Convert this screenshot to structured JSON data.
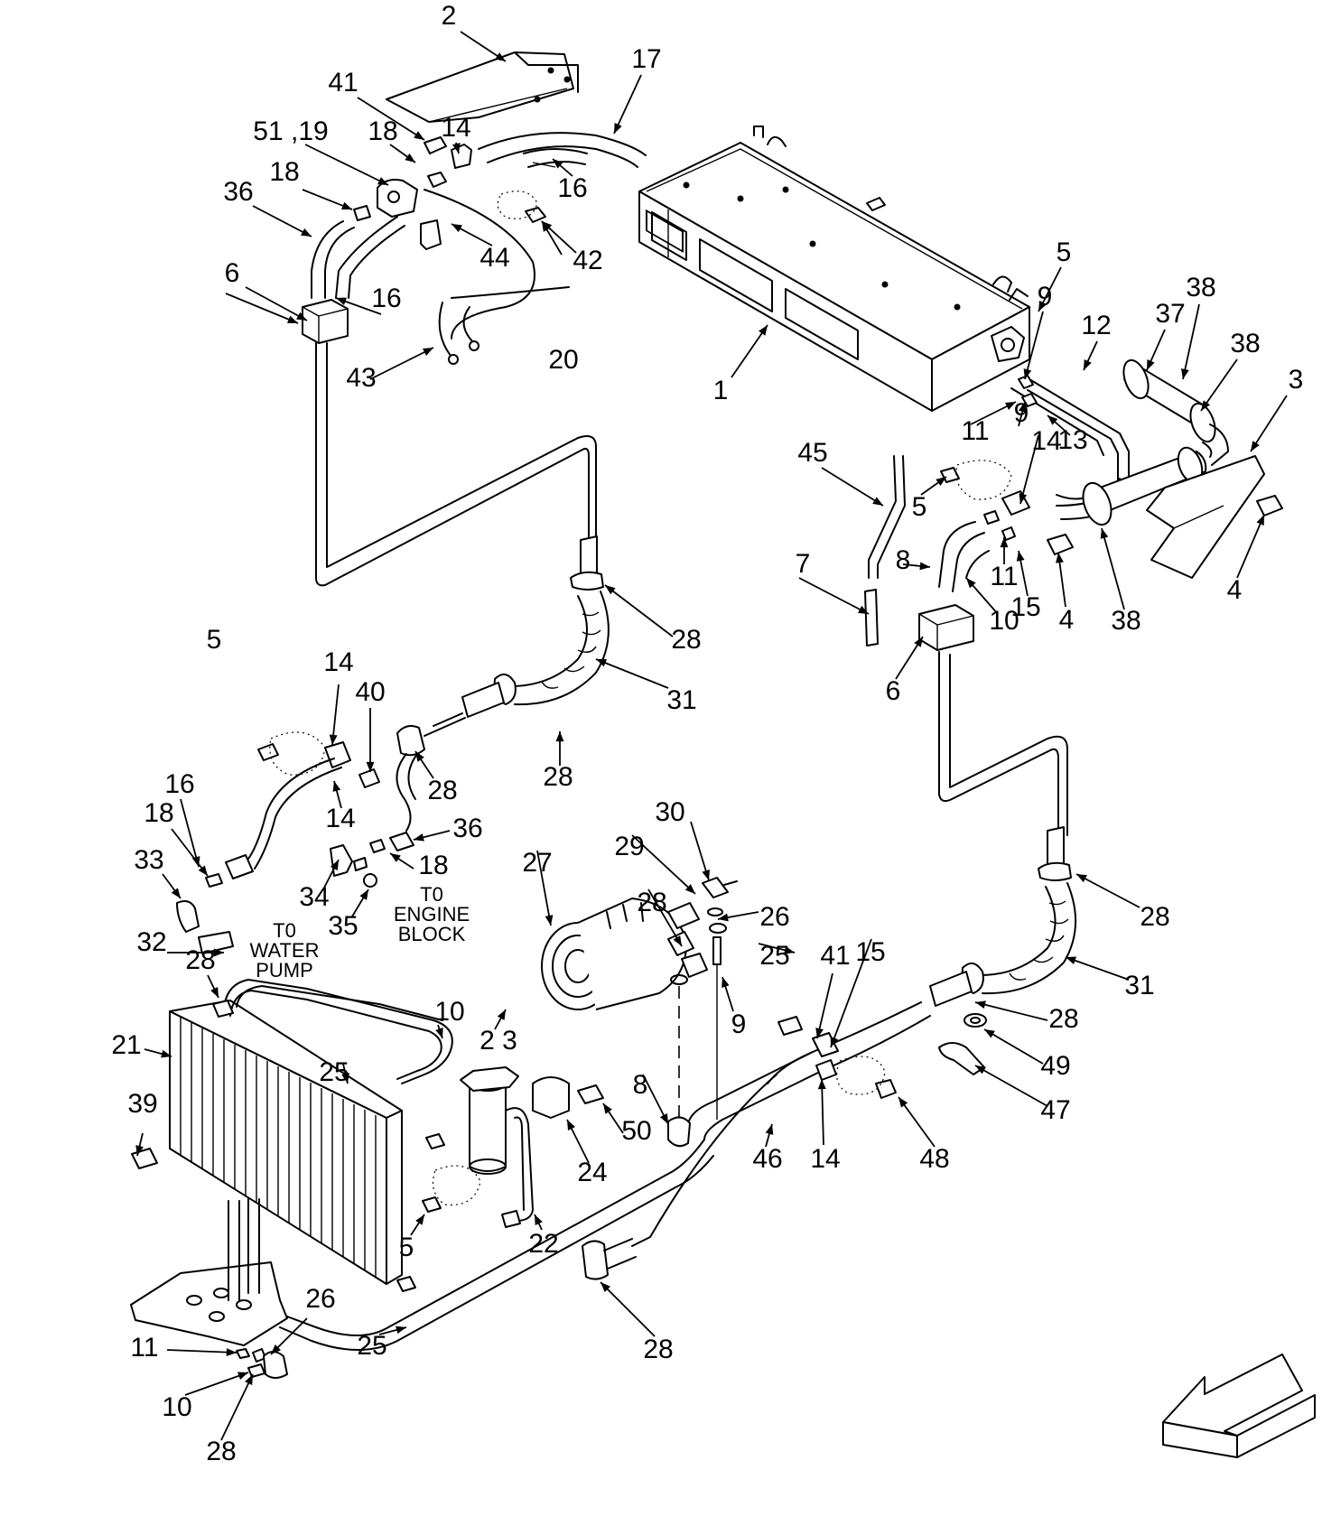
{
  "callouts": [
    {
      "text": "1"
    },
    {
      "text": "2"
    },
    {
      "text": "3"
    },
    {
      "text": "4"
    },
    {
      "text": "4"
    },
    {
      "text": "5"
    },
    {
      "text": "5"
    },
    {
      "text": "5"
    },
    {
      "text": "5"
    },
    {
      "text": "6"
    },
    {
      "text": "6"
    },
    {
      "text": "7"
    },
    {
      "text": "8"
    },
    {
      "text": "8"
    },
    {
      "text": "9"
    },
    {
      "text": "9"
    },
    {
      "text": "9"
    },
    {
      "text": "10"
    },
    {
      "text": "10"
    },
    {
      "text": "10"
    },
    {
      "text": "11"
    },
    {
      "text": "11"
    },
    {
      "text": "11"
    },
    {
      "text": "12"
    },
    {
      "text": "13"
    },
    {
      "text": "14"
    },
    {
      "text": "14"
    },
    {
      "text": "14"
    },
    {
      "text": "14"
    },
    {
      "text": "14"
    },
    {
      "text": "15"
    },
    {
      "text": "15"
    },
    {
      "text": "16"
    },
    {
      "text": "16"
    },
    {
      "text": "16"
    },
    {
      "text": "17"
    },
    {
      "text": "18"
    },
    {
      "text": "18"
    },
    {
      "text": "18"
    },
    {
      "text": "18"
    },
    {
      "text": "51 ,19"
    },
    {
      "text": "20"
    },
    {
      "text": "21"
    },
    {
      "text": "22"
    },
    {
      "text": "2 3"
    },
    {
      "text": "24"
    },
    {
      "text": "25"
    },
    {
      "text": "25"
    },
    {
      "text": "25"
    },
    {
      "text": "26"
    },
    {
      "text": "26"
    },
    {
      "text": "27"
    },
    {
      "text": "28"
    },
    {
      "text": "28"
    },
    {
      "text": "28"
    },
    {
      "text": "28"
    },
    {
      "text": "28"
    },
    {
      "text": "28"
    },
    {
      "text": "28"
    },
    {
      "text": "28"
    },
    {
      "text": "28"
    },
    {
      "text": "29"
    },
    {
      "text": "30"
    },
    {
      "text": "31"
    },
    {
      "text": "31"
    },
    {
      "text": "32"
    },
    {
      "text": "33"
    },
    {
      "text": "34"
    },
    {
      "text": "35"
    },
    {
      "text": "36"
    },
    {
      "text": "36"
    },
    {
      "text": "37"
    },
    {
      "text": "38"
    },
    {
      "text": "38"
    },
    {
      "text": "38"
    },
    {
      "text": "39"
    },
    {
      "text": "40"
    },
    {
      "text": "41"
    },
    {
      "text": "41"
    },
    {
      "text": "42"
    },
    {
      "text": "43"
    },
    {
      "text": "44"
    },
    {
      "text": "45"
    },
    {
      "text": "46"
    },
    {
      "text": "47"
    },
    {
      "text": "48"
    },
    {
      "text": "49"
    },
    {
      "text": "50"
    }
  ],
  "notes": {
    "water_pump": [
      "T0",
      "WATER",
      "PUMP"
    ],
    "engine_block": [
      "T0",
      "ENGINE",
      "BLOCK"
    ]
  },
  "orientation_arrow": "front-direction-arrow"
}
